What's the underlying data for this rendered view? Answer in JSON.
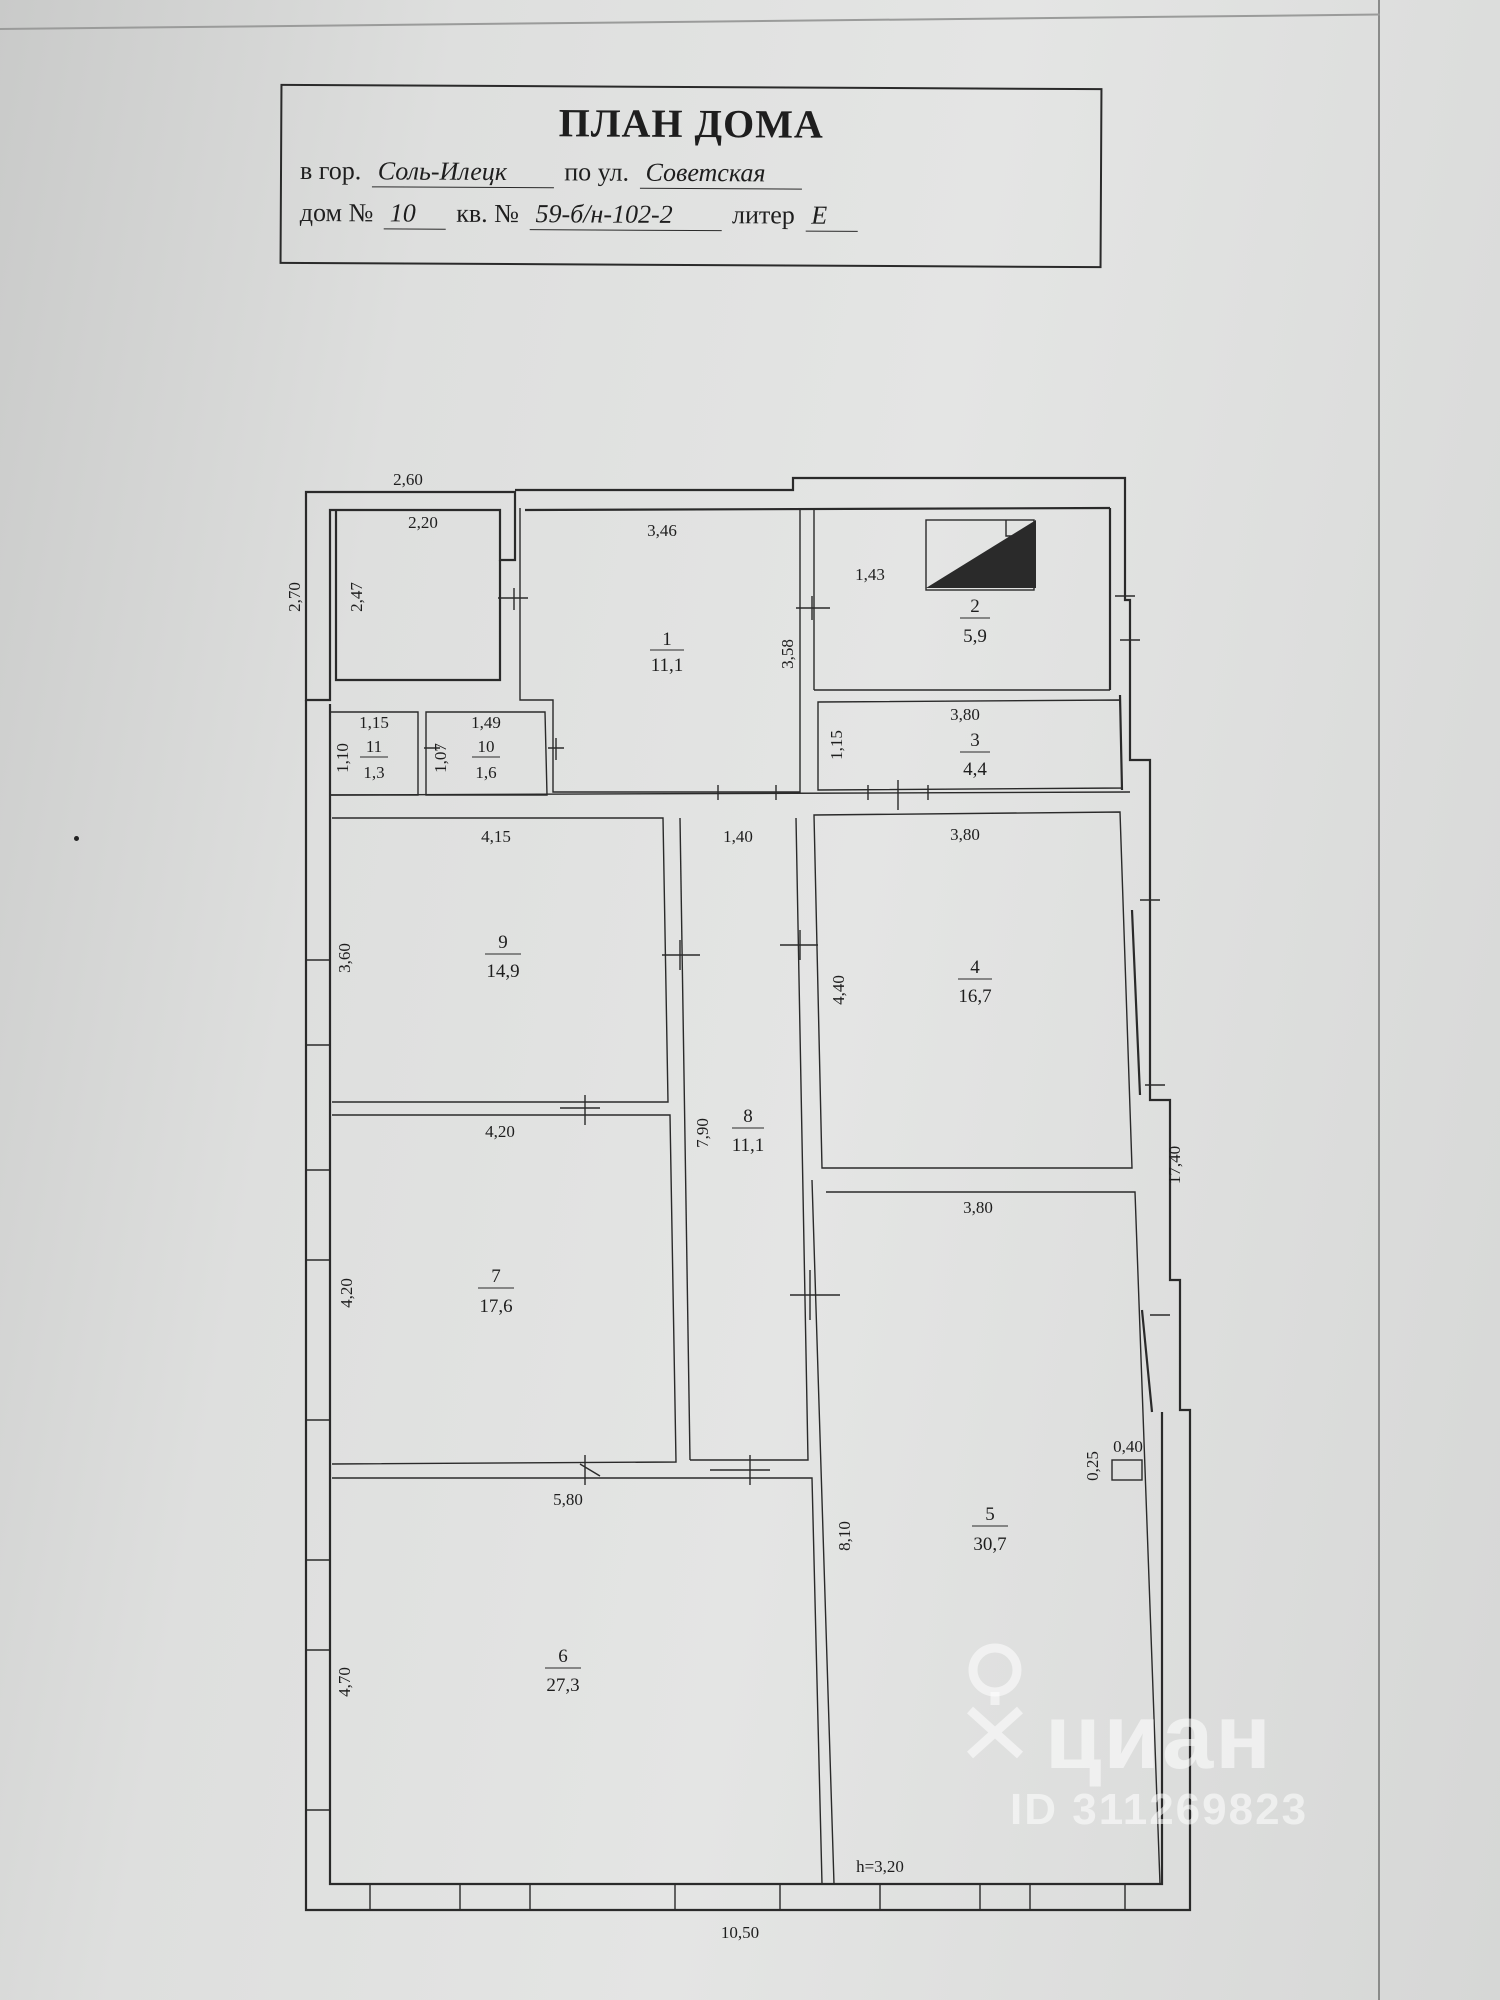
{
  "title": {
    "heading": "ПЛАН ДОМА",
    "city_prefix": "в гор.",
    "city": "Соль-Илецк",
    "street_prefix": "по ул.",
    "street": "Советская",
    "house_prefix": "дом №",
    "house": "10",
    "apt_prefix": "кв. №",
    "apt": "59-б/н-102-2",
    "liter_prefix": "литер",
    "liter": "Е"
  },
  "rooms": [
    {
      "num": "1",
      "area": "11,1"
    },
    {
      "num": "2",
      "area": "5,9"
    },
    {
      "num": "3",
      "area": "4,4"
    },
    {
      "num": "4",
      "area": "16,7"
    },
    {
      "num": "5",
      "area": "30,7"
    },
    {
      "num": "6",
      "area": "27,3"
    },
    {
      "num": "7",
      "area": "17,6"
    },
    {
      "num": "8",
      "area": "11,1"
    },
    {
      "num": "9",
      "area": "14,9"
    },
    {
      "num": "10",
      "area": "1,6"
    },
    {
      "num": "11",
      "area": "1,3"
    }
  ],
  "dimensions": {
    "porch_outer_width": "2,60",
    "porch_inner_width": "2,20",
    "porch_outer_depth": "2,70",
    "porch_inner_depth": "2,47",
    "room1_width": "3,46",
    "room1_depth": "3,58",
    "room2_width": "1,43",
    "room3_width": "3,80",
    "room3_depth": "1,15",
    "room11_width": "1,15",
    "room11_depth": "1,10",
    "room10_width": "1,49",
    "room10_depth": "1,07",
    "room9_width": "4,15",
    "room9_depth": "3,60",
    "room8_width": "1,40",
    "room8_depth": "7,90",
    "room4_width": "3,80",
    "room4_depth": "4,40",
    "room7_width": "4,20",
    "room7_depth": "4,20",
    "room5_width": "3,80",
    "room5_depth": "8,10",
    "room6_width": "5,80",
    "room6_depth": "4,70",
    "total_length": "17,40",
    "total_width": "10,50",
    "niche_width": "0,40",
    "niche_depth": "0,25",
    "ceiling_height": "h=3,20"
  },
  "watermark": {
    "brand": "циан",
    "id": "ID 311269823"
  }
}
